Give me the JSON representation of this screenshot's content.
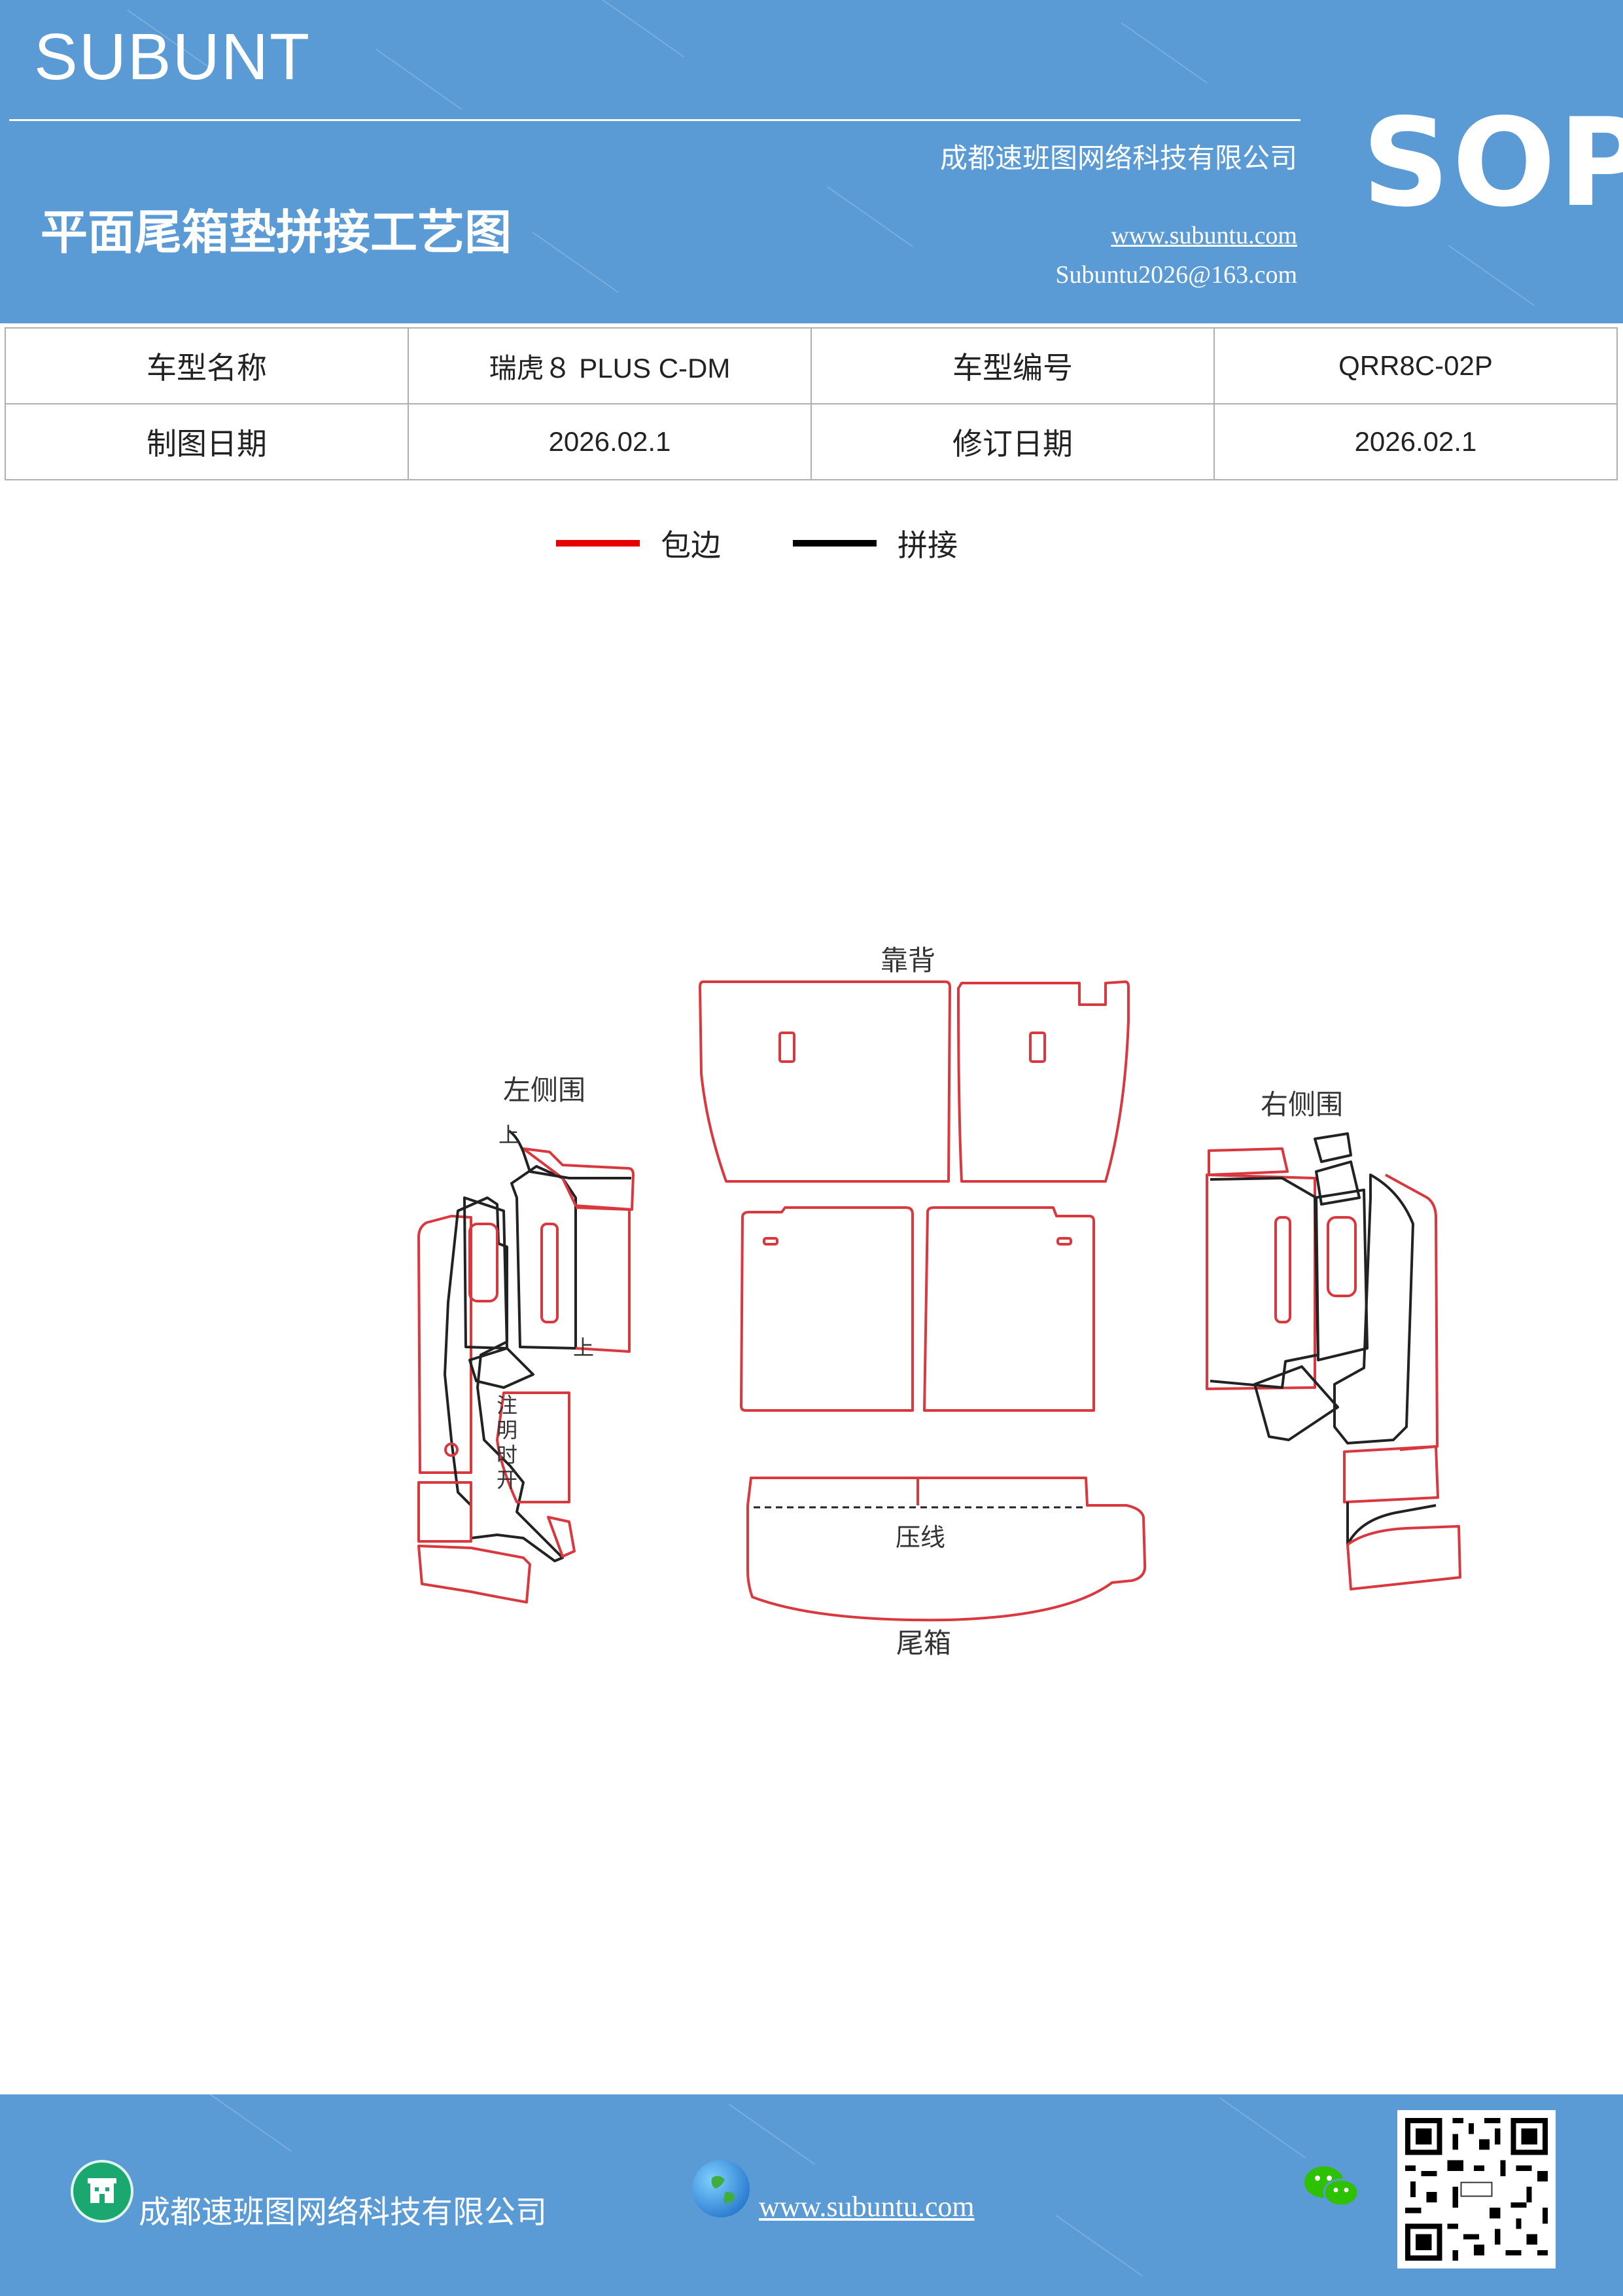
{
  "header": {
    "brand": "SUBUNT",
    "sop_label": "SOP",
    "company": "成都速班图网络科技有限公司",
    "title": "平面尾箱垫拼接工艺图",
    "website": "www.subuntu.com",
    "email": "Subuntu2026@163.com",
    "background_color": "#5b9bd5"
  },
  "info_table": {
    "rows": [
      [
        "车型名称",
        "瑞虎８ PLUS C-DM",
        "车型编号",
        "QRR8C-02P"
      ],
      [
        "制图日期",
        "2026.02.1",
        "修订日期",
        "2026.02.1"
      ]
    ]
  },
  "legend": {
    "items": [
      {
        "label": "包边",
        "color": "#e60000"
      },
      {
        "label": "拼接",
        "color": "#000000"
      }
    ]
  },
  "diagram": {
    "label_backrest": "靠背",
    "label_left_side": "左侧围",
    "label_right_side": "右侧围",
    "label_trunk": "尾箱",
    "label_crease": "压线",
    "label_up_1": "上",
    "label_up_2": "上",
    "note_chars": [
      "注",
      "明",
      "时",
      "开"
    ],
    "edge_color": "#d9383f",
    "seam_color": "#222222"
  },
  "footer": {
    "company": "成都速班图网络科技有限公司",
    "website": "www.subuntu.com",
    "icons": [
      "building-icon",
      "globe-icon",
      "wechat-icon",
      "qr-code"
    ]
  }
}
